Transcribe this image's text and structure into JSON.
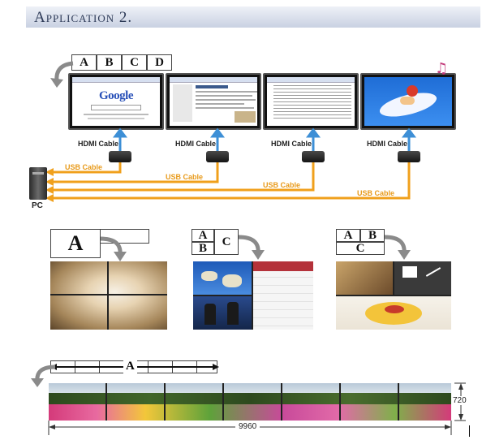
{
  "title": "Application 2.",
  "top_section": {
    "letters": [
      "A",
      "B",
      "C",
      "D"
    ],
    "hdmi_label": "HDMI Cable",
    "usb_label": "USB Cable",
    "pc_label": "PC",
    "google_logo": "Google"
  },
  "middle_section": {
    "layout1_letters": [
      "A"
    ],
    "layout2_letters": [
      "A",
      "B",
      "C"
    ],
    "layout3_letters": [
      "A",
      "B",
      "C"
    ]
  },
  "bottom_section": {
    "letter": "A",
    "width_label": "9960",
    "height_label": "720"
  },
  "colors": {
    "title_text": "#2d3a57",
    "hdmi_arrow": "#3d8fd6",
    "usb_line": "#f0a01c",
    "usb_text": "#e89a1a"
  }
}
